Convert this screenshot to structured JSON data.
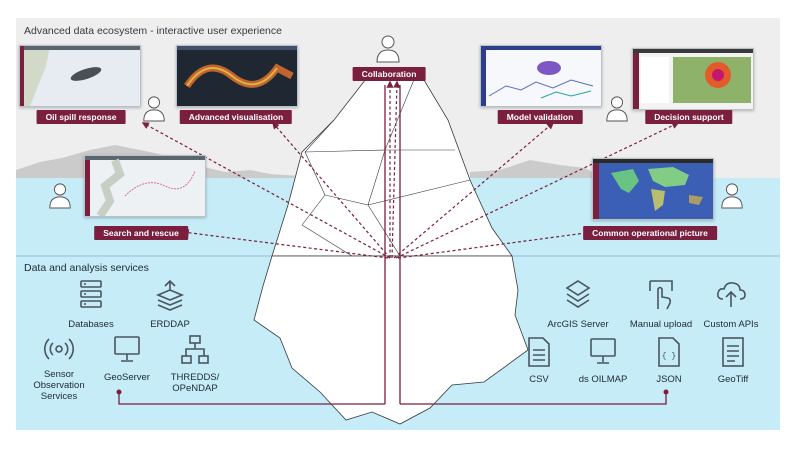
{
  "header": {
    "title": "Advanced data ecosystem - interactive user experience"
  },
  "data_section": {
    "title": "Data and analysis services"
  },
  "experience_labels": {
    "collaboration": "Collaboration",
    "oil_spill": "Oil spill response",
    "advanced_vis": "Advanced visualisation",
    "model_validation": "Model validation",
    "decision_support": "Decision support",
    "search_rescue": "Search and rescue",
    "common_op": "Common operational picture"
  },
  "services": {
    "databases": "Databases",
    "erddap": "ERDDAP",
    "sensor_1": "Sensor",
    "sensor_2": "Observation",
    "sensor_3": "Services",
    "geoserver": "GeoServer",
    "thredds_1": "THREDDS/",
    "thredds_2": "OPeNDAP",
    "arcgis": "ArcGIS Server",
    "manual_upload": "Manual upload",
    "custom_apis": "Custom APIs",
    "csv": "CSV",
    "oilmap": "ds OILMAP",
    "json": "JSON",
    "geotiff": "GeoTiff"
  },
  "icons": {
    "databases": "database-icon",
    "erddap": "layers-stack-icon",
    "sensor": "broadcast-sensor-icon",
    "geoserver": "monitor-icon",
    "thredds": "hierarchy-icon",
    "arcgis": "stacked-diamonds-icon",
    "manual_upload": "hand-upload-icon",
    "custom_apis": "cloud-upload-icon",
    "csv": "document-icon",
    "oilmap": "monitor-icon",
    "json": "json-file-icon",
    "geotiff": "image-file-icon",
    "user": "user-silhouette-icon"
  },
  "colors": {
    "accent": "#7a1f3d",
    "sky": "#eeeeee",
    "water": "#c5ecf7",
    "water_line": "#9dbad6",
    "mountain": "#c9c9c9",
    "iceberg_outline": "#333a40"
  }
}
